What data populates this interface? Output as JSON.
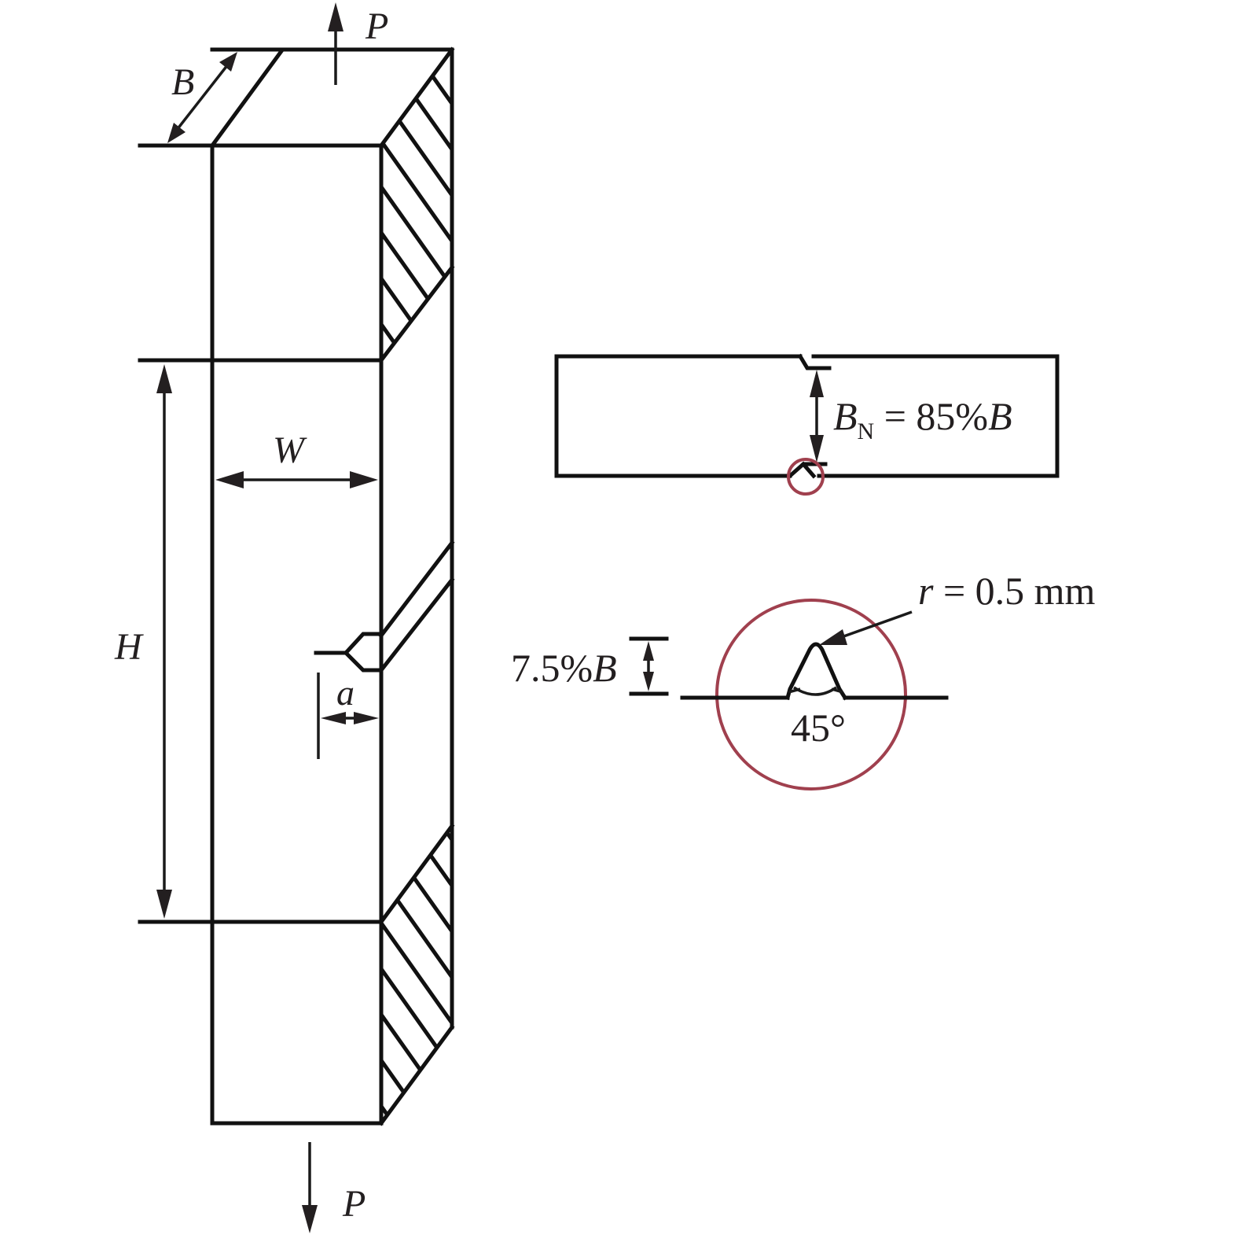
{
  "figure": {
    "type": "specimen-schematic",
    "description": "Side-grooved single-edge notched tension specimen with notch detail",
    "colors": {
      "line": "#111111",
      "highlight_circle": "#a0404e"
    }
  },
  "specimen": {
    "load_top_label": "P",
    "load_bottom_label": "P",
    "thickness_label": "B",
    "width_label": "W",
    "height_label": "H",
    "crack_length_label": "a"
  },
  "cross_section": {
    "net_thickness_symbol": "B",
    "net_thickness_subscript": "N",
    "net_thickness_value": " = 85%",
    "net_thickness_ref": "B"
  },
  "notch_detail": {
    "depth_value": "7.5%",
    "depth_ref": "B",
    "radius_symbol": "r",
    "radius_value": " = 0.5 mm",
    "angle_label": "45°"
  }
}
